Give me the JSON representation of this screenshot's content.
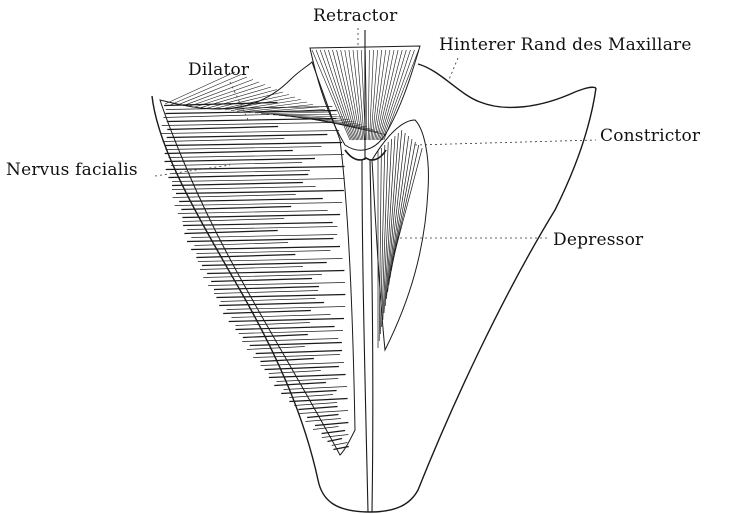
{
  "labels": {
    "retractor": "Retractor",
    "hinterer_rand": "Hinterer Rand des Maxillare",
    "dilator": "Dilator",
    "constrictor": "Constrictor",
    "nervus_facialis": "Nervus facialis",
    "depressor": "Depressor"
  },
  "colors": {
    "ink": "#1a1a1a",
    "paper": "#ffffff"
  }
}
